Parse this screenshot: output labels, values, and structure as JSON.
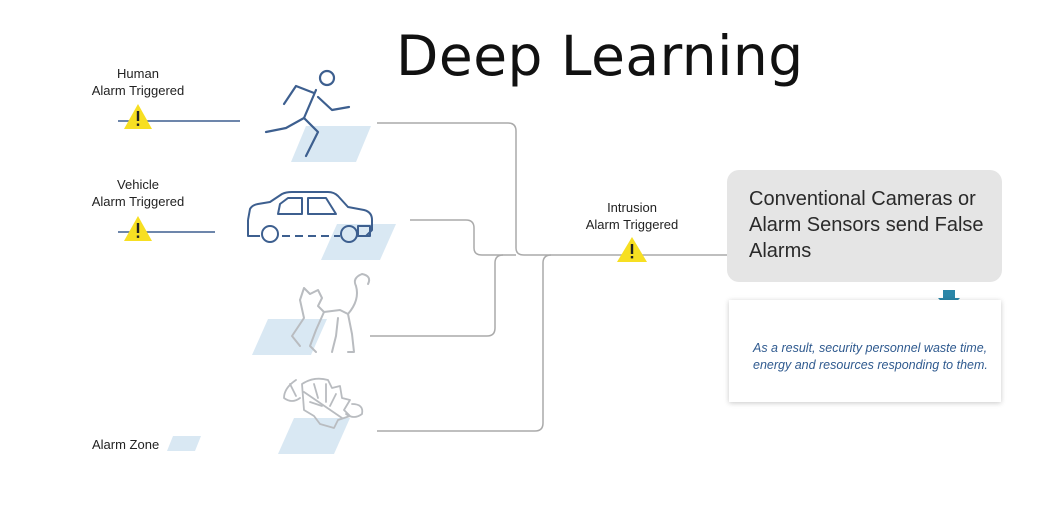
{
  "title": "Deep Learning",
  "sources": {
    "human": "Human\nAlarm Triggered",
    "vehicle": "Vehicle\nAlarm Triggered",
    "intrusion": "Intrusion\nAlarm Triggered"
  },
  "result_box": "Conventional Cameras or Alarm Sensors send False Alarms",
  "note_card": "As a result, security personnel waste time, energy and resources responding to them.",
  "legend": {
    "alarm_zone": "Alarm Zone"
  },
  "colors": {
    "icon_blue": "#3d5f8f",
    "icon_gray": "#b9bcc0",
    "zone_blue": "#d9e8f3",
    "line_gray": "#aaaaaa",
    "warning_yellow": "#f7df22",
    "arrow_teal": "#2a86a8",
    "note_blue": "#2f5a8f",
    "box_gray": "#e5e5e5"
  },
  "icons": [
    "running-person-icon",
    "car-icon",
    "cat-icon",
    "leaves-icon",
    "warning-icon",
    "pen-icon",
    "arrow-down-icon"
  ]
}
